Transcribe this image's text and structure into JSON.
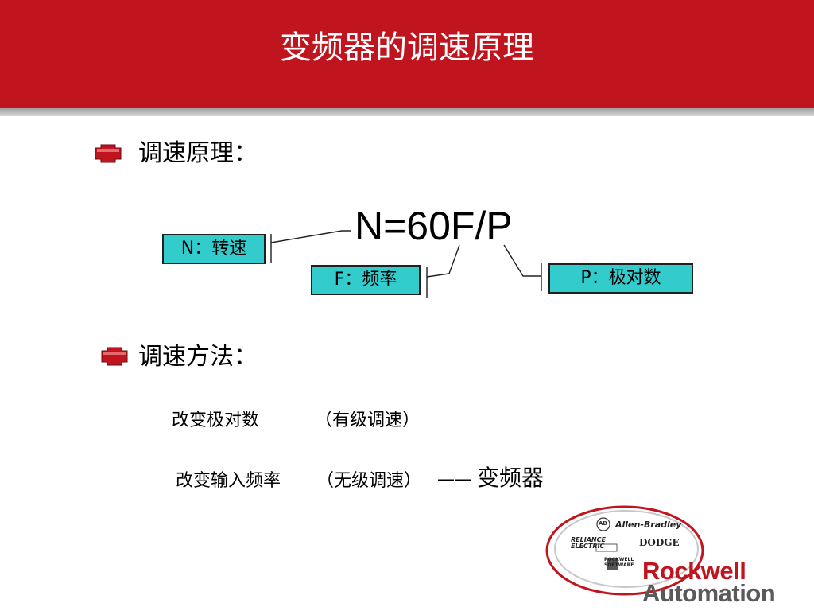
{
  "slide": {
    "title": "变频器的调速原理"
  },
  "section1": {
    "heading": "调速原理：",
    "formula": "N=60F/P"
  },
  "labels": {
    "n": "N：转速",
    "f": "F：频率",
    "p": "P：极对数"
  },
  "section2": {
    "heading": "调速方法：",
    "method1": {
      "text": "改变极对数",
      "note": "（有级调速）"
    },
    "method2": {
      "text": "改变输入频率",
      "note": "（无级调速）",
      "dash": "——",
      "result": "变频器"
    }
  },
  "logo": {
    "allen_bradley": "Allen-Bradley",
    "ab_badge": "AB",
    "reliance_1": "RELIANCE",
    "reliance_2": "ELECTRIC",
    "dodge": "DODGE",
    "software_1": "ROCKWELL",
    "software_2": "SOFTWARE",
    "rockwell": "Rockwell",
    "automation": "Automation"
  },
  "colors": {
    "header": "#c0151f",
    "box_fill": "#33cccc",
    "bullet": "#c0151f"
  }
}
